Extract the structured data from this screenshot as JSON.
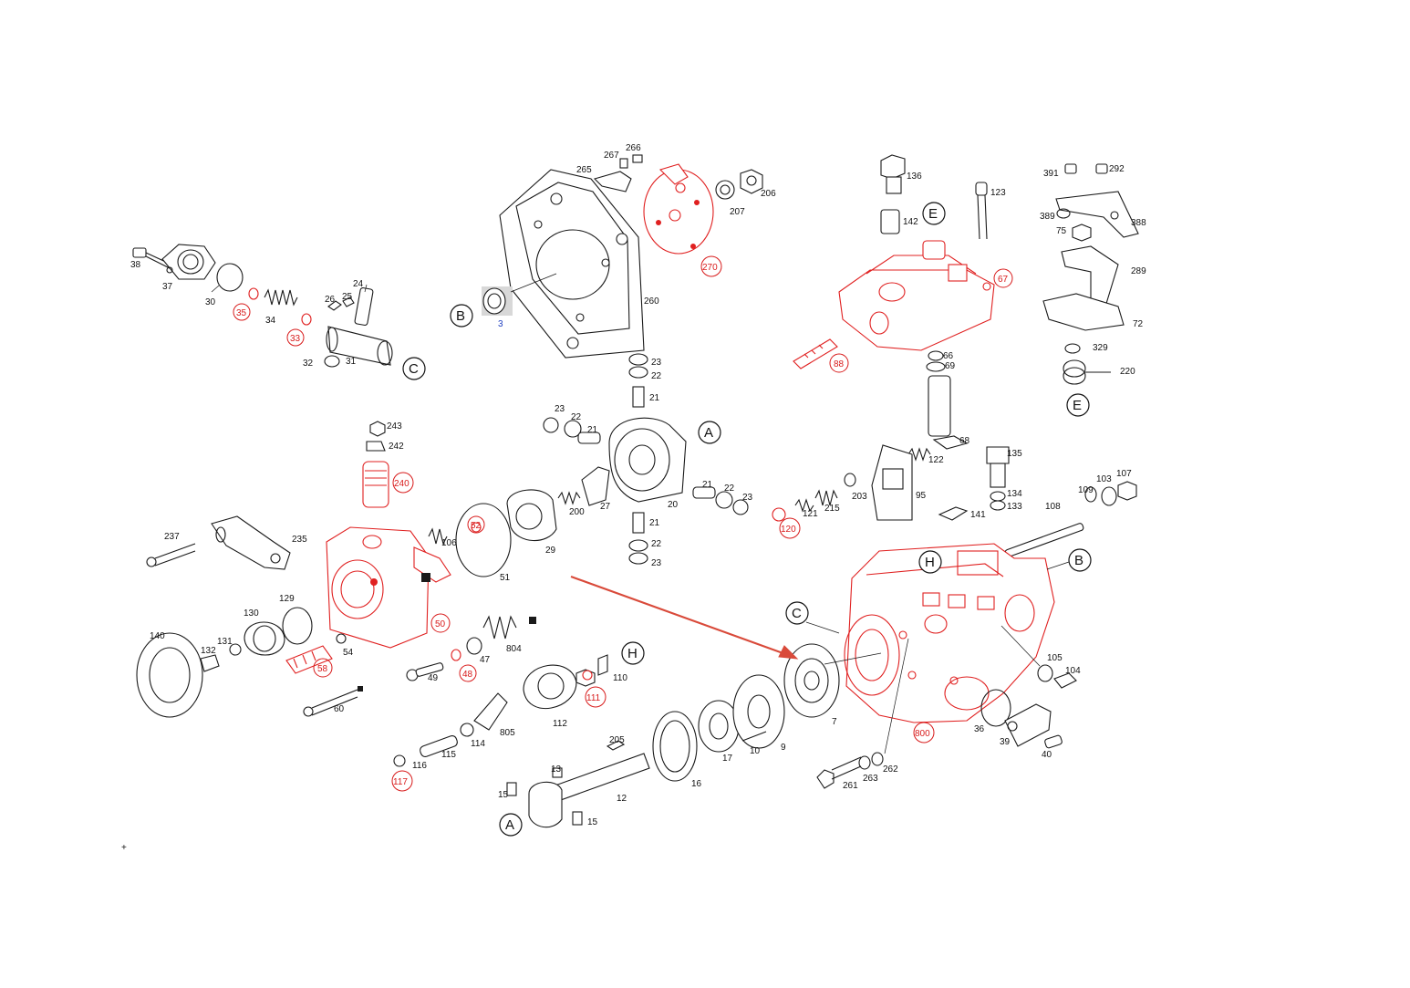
{
  "parts_black": [
    {
      "id": "p38",
      "text": "38"
    },
    {
      "id": "p37",
      "text": "37"
    },
    {
      "id": "p30",
      "text": "30"
    },
    {
      "id": "p34",
      "text": "34"
    },
    {
      "id": "p26",
      "text": "26"
    },
    {
      "id": "p25",
      "text": "25"
    },
    {
      "id": "p24",
      "text": "24"
    },
    {
      "id": "p32",
      "text": "32"
    },
    {
      "id": "p31",
      "text": "31"
    },
    {
      "id": "p267",
      "text": "267"
    },
    {
      "id": "p266",
      "text": "266"
    },
    {
      "id": "p265",
      "text": "265"
    },
    {
      "id": "p206",
      "text": "206"
    },
    {
      "id": "p207",
      "text": "207"
    },
    {
      "id": "p260",
      "text": "260"
    },
    {
      "id": "p136",
      "text": "136"
    },
    {
      "id": "p142",
      "text": "142"
    },
    {
      "id": "p123",
      "text": "123"
    },
    {
      "id": "p391",
      "text": "391"
    },
    {
      "id": "p292",
      "text": "292"
    },
    {
      "id": "p389",
      "text": "389"
    },
    {
      "id": "p388",
      "text": "388"
    },
    {
      "id": "p75",
      "text": "75"
    },
    {
      "id": "p289",
      "text": "289"
    },
    {
      "id": "p72",
      "text": "72"
    },
    {
      "id": "p329",
      "text": "329"
    },
    {
      "id": "p220",
      "text": "220"
    },
    {
      "id": "p66",
      "text": "66"
    },
    {
      "id": "p69",
      "text": "69"
    },
    {
      "id": "p68",
      "text": "68"
    },
    {
      "id": "p122",
      "text": "122"
    },
    {
      "id": "p135",
      "text": "135"
    },
    {
      "id": "p95",
      "text": "95"
    },
    {
      "id": "p203",
      "text": "203"
    },
    {
      "id": "p215",
      "text": "215"
    },
    {
      "id": "p121",
      "text": "121"
    },
    {
      "id": "p134",
      "text": "134"
    },
    {
      "id": "p133",
      "text": "133"
    },
    {
      "id": "p141",
      "text": "141"
    },
    {
      "id": "p108",
      "text": "108"
    },
    {
      "id": "p109",
      "text": "109"
    },
    {
      "id": "p103",
      "text": "103"
    },
    {
      "id": "p107",
      "text": "107"
    },
    {
      "id": "p23a",
      "text": "23"
    },
    {
      "id": "p22a",
      "text": "22"
    },
    {
      "id": "p21a",
      "text": "21"
    },
    {
      "id": "p23b",
      "text": "23"
    },
    {
      "id": "p22b",
      "text": "22"
    },
    {
      "id": "p21b",
      "text": "21"
    },
    {
      "id": "p21c",
      "text": "21"
    },
    {
      "id": "p22c",
      "text": "22"
    },
    {
      "id": "p23c",
      "text": "23"
    },
    {
      "id": "p20",
      "text": "20"
    },
    {
      "id": "p27",
      "text": "27"
    },
    {
      "id": "p200",
      "text": "200"
    },
    {
      "id": "p21d",
      "text": "21"
    },
    {
      "id": "p22d",
      "text": "22"
    },
    {
      "id": "p23d",
      "text": "23"
    },
    {
      "id": "p243",
      "text": "243"
    },
    {
      "id": "p242",
      "text": "242"
    },
    {
      "id": "p237",
      "text": "237"
    },
    {
      "id": "p235",
      "text": "235"
    },
    {
      "id": "p106",
      "text": "106"
    },
    {
      "id": "p51",
      "text": "51"
    },
    {
      "id": "p29",
      "text": "29"
    },
    {
      "id": "p129",
      "text": "129"
    },
    {
      "id": "p130",
      "text": "130"
    },
    {
      "id": "p140",
      "text": "140"
    },
    {
      "id": "p131",
      "text": "131"
    },
    {
      "id": "p132",
      "text": "132"
    },
    {
      "id": "p54",
      "text": "54"
    },
    {
      "id": "p60",
      "text": "60"
    },
    {
      "id": "p804",
      "text": "804"
    },
    {
      "id": "p47",
      "text": "47"
    },
    {
      "id": "p49",
      "text": "49"
    },
    {
      "id": "p110",
      "text": "110"
    },
    {
      "id": "p112",
      "text": "112"
    },
    {
      "id": "p805",
      "text": "805"
    },
    {
      "id": "p114",
      "text": "114"
    },
    {
      "id": "p115",
      "text": "115"
    },
    {
      "id": "p116",
      "text": "116"
    },
    {
      "id": "p205",
      "text": "205"
    },
    {
      "id": "p13",
      "text": "13"
    },
    {
      "id": "p15a",
      "text": "15"
    },
    {
      "id": "p12",
      "text": "12"
    },
    {
      "id": "p15b",
      "text": "15"
    },
    {
      "id": "p16",
      "text": "16"
    },
    {
      "id": "p17",
      "text": "17"
    },
    {
      "id": "p10",
      "text": "10"
    },
    {
      "id": "p9",
      "text": "9"
    },
    {
      "id": "p7",
      "text": "7"
    },
    {
      "id": "p261",
      "text": "261"
    },
    {
      "id": "p263",
      "text": "263"
    },
    {
      "id": "p262",
      "text": "262"
    },
    {
      "id": "p36",
      "text": "36"
    },
    {
      "id": "p39",
      "text": "39"
    },
    {
      "id": "p40",
      "text": "40"
    },
    {
      "id": "p105",
      "text": "105"
    },
    {
      "id": "p104",
      "text": "104"
    }
  ],
  "parts_red": [
    {
      "id": "r35",
      "text": "35"
    },
    {
      "id": "r33",
      "text": "33"
    },
    {
      "id": "r270",
      "text": "270"
    },
    {
      "id": "r67",
      "text": "67"
    },
    {
      "id": "r88",
      "text": "88"
    },
    {
      "id": "r240",
      "text": "240"
    },
    {
      "id": "r52",
      "text": "52"
    },
    {
      "id": "r120",
      "text": "120"
    },
    {
      "id": "r50",
      "text": "50"
    },
    {
      "id": "r58",
      "text": "58"
    },
    {
      "id": "r48",
      "text": "48"
    },
    {
      "id": "r111",
      "text": "111"
    },
    {
      "id": "r117",
      "text": "117"
    },
    {
      "id": "r800",
      "text": "800"
    }
  ],
  "parts_blue": [
    {
      "id": "b3",
      "text": "3"
    }
  ],
  "reference_markers": [
    {
      "id": "refC1",
      "text": "C"
    },
    {
      "id": "refB1",
      "text": "B"
    },
    {
      "id": "refE1",
      "text": "E"
    },
    {
      "id": "refE2",
      "text": "E"
    },
    {
      "id": "refA1",
      "text": "A"
    },
    {
      "id": "refH1",
      "text": "H"
    },
    {
      "id": "refC2",
      "text": "C"
    },
    {
      "id": "refH2",
      "text": "H"
    },
    {
      "id": "refB2",
      "text": "B"
    },
    {
      "id": "refA2",
      "text": "A"
    }
  ],
  "corner_mark": "+",
  "colors": {
    "highlight": "#e02020",
    "line": "#1a1a1a",
    "arrow": "#d94a3a",
    "note": "#2040c0"
  }
}
